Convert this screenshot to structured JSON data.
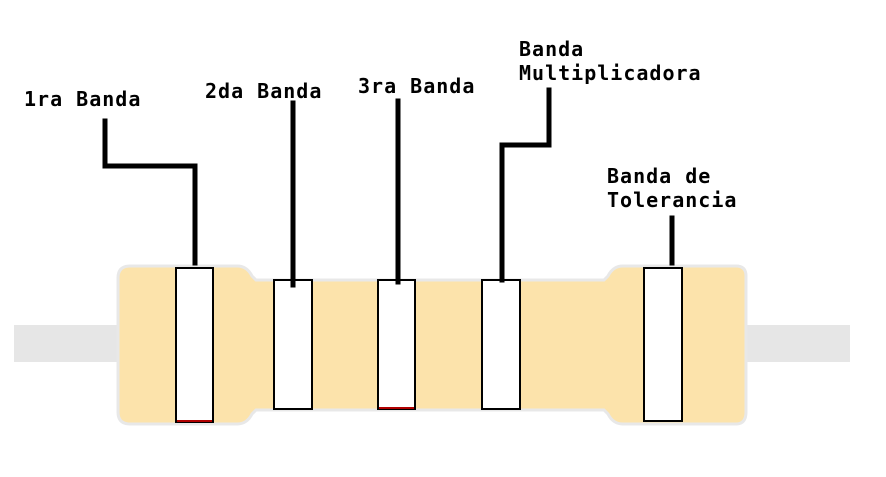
{
  "colors": {
    "resistor_body": "#fce3ab",
    "resistor_body_edge": "#e8e8e8",
    "lead_wire": "#e6e6e6",
    "band_fill": "#ffffff",
    "band_outline": "#000000",
    "leader_line": "#000000",
    "band_accent_red": "#b00000"
  },
  "labels": {
    "band1": "1ra Banda",
    "band2": "2da Banda",
    "band3": "3ra Banda",
    "multiplier_line1": "Banda",
    "multiplier_line2": "Multiplicadora",
    "tolerance_line1": "Banda de",
    "tolerance_line2": "Tolerancia"
  }
}
